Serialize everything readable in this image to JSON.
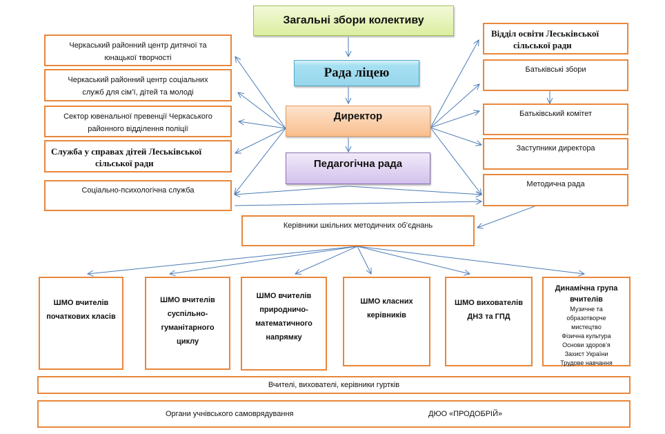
{
  "top": {
    "general_meeting": "Загальні збори колективу",
    "lyceum_council": "Рада ліцею",
    "director": "Директор",
    "pedagogical_council": "Педагогічна рада"
  },
  "left": [
    {
      "line1": "Черкаський районний центр дитячої та",
      "line2": "юнацької творчості"
    },
    {
      "line1": "Черкаський районний центр соціальних",
      "line2": "служб для сім’ї, дітей та молоді"
    },
    {
      "line1": "Сектор ювенальної превенції Черкаського",
      "line2": "районного відділення поліції"
    },
    {
      "line1": "Служба у справах дітей Леськівської",
      "line2": "сільської ради"
    },
    {
      "line1": "Соціально-психологічна служба",
      "line2": ""
    }
  ],
  "right": [
    {
      "line1": "Відділ освіти Леськівської",
      "line2": "сільської ради"
    },
    {
      "line1": "Батьківські збори"
    },
    {
      "line1": "Батьківський комітет"
    },
    {
      "line1": "Заступники директора"
    },
    {
      "line1": "Методична рада"
    }
  ],
  "method_heads": "Керівники шкільних методичних об’єднань",
  "shmo": [
    {
      "lines": [
        "ШМО вчителів",
        "початкових  класів"
      ]
    },
    {
      "lines": [
        "ШМО вчителів",
        "суспільно-",
        "гуманітарного",
        "циклу"
      ]
    },
    {
      "lines": [
        "ШМО вчителів",
        "природничо-",
        "математичного",
        "напрямку"
      ]
    },
    {
      "lines": [
        "ШМО класних",
        "керівників"
      ]
    },
    {
      "lines": [
        "ШМО вихователів",
        "ДНЗ та ГПД"
      ]
    }
  ],
  "dynamic_group": {
    "title1": "Динамічна група",
    "title2": "вчителів",
    "subjects": [
      "Музичне та",
      "образотворче",
      "мистецтво",
      "Фізична культура",
      "Основи здоров’я",
      "Захист України",
      "Трудове навчання"
    ]
  },
  "bottom": {
    "teachers": "Вчителі, вихователі, керівники гуртків",
    "student_self_gov": "Органи учнівського самоврядування",
    "org_name": "ДЮО «ПРОДОБРІЙ»"
  },
  "colors": {
    "box_border": "#e8863a",
    "arrow": "#4a7ab5"
  }
}
